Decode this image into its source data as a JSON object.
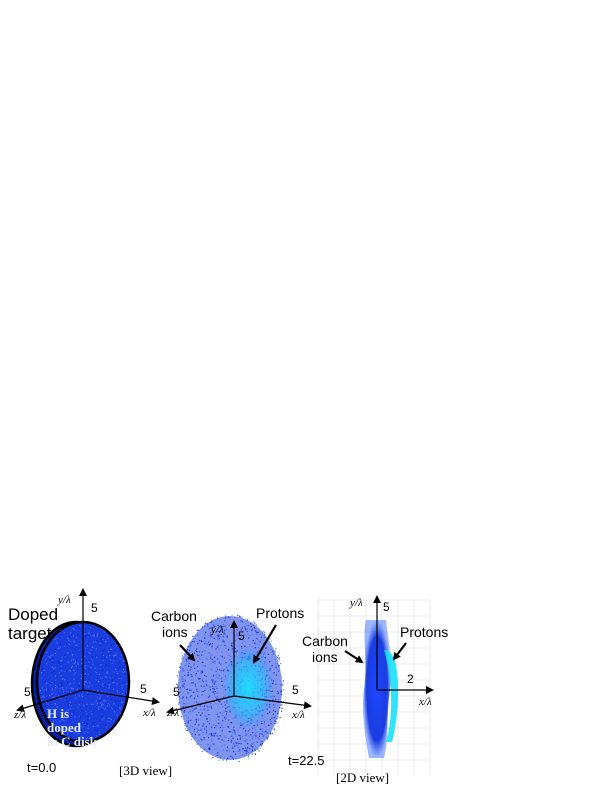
{
  "colors": {
    "carbon": "#1a3de0",
    "carbon_dark": "#0a1fa8",
    "proton": "#19e0ff",
    "axis": "#000000",
    "grid": "#d8d8d8",
    "doped_text": "#e6ecff"
  },
  "panel1": {
    "label_line1": "Doped",
    "label_line2": "target",
    "y_axis": "y/λ",
    "x_axis": "x/λ",
    "z_axis": "z/λ",
    "y_tick": "5",
    "x_tick": "5",
    "z_tick": "5",
    "inner_line1": "H is",
    "inner_line2": "doped",
    "inner_line3": "in C disk",
    "time": "t=0.0"
  },
  "panel2": {
    "carbon_label_line1": "Carbon",
    "carbon_label_line2": "ions",
    "protons_label": "Protons",
    "y_axis": "y/λ",
    "x_axis": "x/λ",
    "z_axis": "z/λ",
    "y_tick": "5",
    "x_tick": "5",
    "z_tick": "5",
    "view": "[3D view]"
  },
  "panel3": {
    "y_axis": "y/λ",
    "x_axis": "x/λ",
    "y_tick": "5",
    "x_tick": "2",
    "carbon_label_line1": "Carbon",
    "carbon_label_line2": "ions",
    "protons_label": "Protons",
    "time": "t=22.5",
    "view": "[2D view]"
  }
}
